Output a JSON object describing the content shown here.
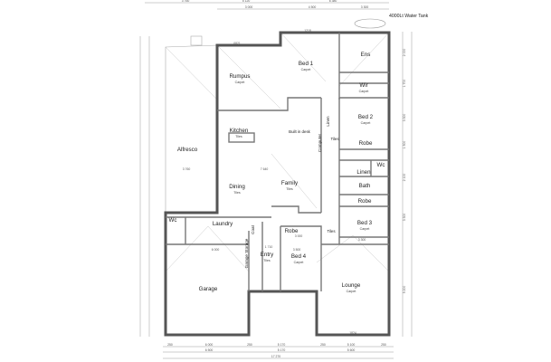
{
  "water_tank": {
    "label": "4000Lt Water Tank"
  },
  "rooms": [
    {
      "name": "Bed 1",
      "material": "Carpet"
    },
    {
      "name": "Ens",
      "material": ""
    },
    {
      "name": "Wir",
      "material": "Carpet"
    },
    {
      "name": "Rumpus",
      "material": "Carpet"
    },
    {
      "name": "Kitchen",
      "material": "Tiles"
    },
    {
      "name": "Alfresco",
      "material": ""
    },
    {
      "name": "Built in desk",
      "material": ""
    },
    {
      "name": "Bed 2",
      "material": "Carpet"
    },
    {
      "name": "Robe",
      "material": ""
    },
    {
      "name": "Wc",
      "material": ""
    },
    {
      "name": "Linen",
      "material": ""
    },
    {
      "name": "Computer",
      "material": ""
    },
    {
      "name": "Tiles",
      "material": ""
    },
    {
      "name": "Linen",
      "material": ""
    },
    {
      "name": "Bath",
      "material": ""
    },
    {
      "name": "Family",
      "material": "Tiles"
    },
    {
      "name": "Dining",
      "material": "Tiles"
    },
    {
      "name": "Robe",
      "material": ""
    },
    {
      "name": "Bed 3",
      "material": "Carpet"
    },
    {
      "name": "Wc",
      "material": ""
    },
    {
      "name": "Laundry",
      "material": ""
    },
    {
      "name": "Coat",
      "material": ""
    },
    {
      "name": "Robe",
      "material": ""
    },
    {
      "name": "Tiles",
      "material": ""
    },
    {
      "name": "Entry",
      "material": "Tiles"
    },
    {
      "name": "Garage Storage",
      "material": ""
    },
    {
      "name": "Bed 4",
      "material": "Carpet"
    },
    {
      "name": "Lounge",
      "material": "Carpet"
    },
    {
      "name": "Garage",
      "material": ""
    }
  ],
  "dimensions": {
    "top_row1": [
      "3 760",
      "5 120",
      "6 380"
    ],
    "top_row2": [
      "3 000",
      "4 500",
      "3 300"
    ],
    "bottom_row1": [
      "250",
      "6 000",
      "250",
      "5 170",
      "250",
      "5 100",
      "250"
    ],
    "bottom_row2": [
      "6 500",
      "5 170",
      "5 600"
    ],
    "bottom_total": "17 270",
    "right_segments": [
      "2 000",
      "1 700",
      "3 300",
      "1 500",
      "2 100",
      "3 300",
      "5 200"
    ],
    "window_labels": [
      "1218",
      "0821",
      "1818",
      "1824"
    ],
    "interior": [
      "3 760",
      "7 640",
      "6 000",
      "3 500",
      "1 710",
      "3 000",
      "3 300"
    ]
  }
}
